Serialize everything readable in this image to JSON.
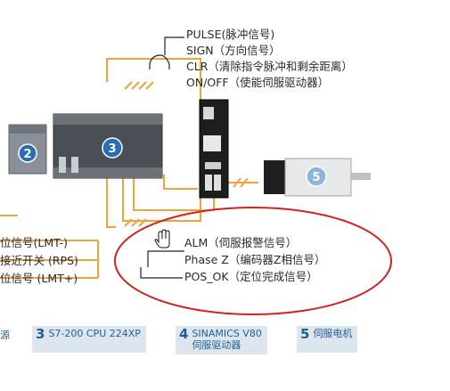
{
  "top_signals": [
    "PULSE(脉冲信号)",
    "SIGN（方向信号）",
    "CLR（清除指令脉冲和剩余距离）",
    "ON/OFF（使能伺服驱动器）"
  ],
  "bottom_signals": [
    "ALM（伺服报警信号）",
    "Phase Z（编码器Z相信号）",
    "POS_OK（定位完成信号）"
  ],
  "limit_signals": [
    "位信号(LMT-)",
    "接近开关 (RPS)",
    "位信号 (LMT+)"
  ],
  "component_numbers": {
    "psu": "2",
    "plc": "3",
    "motor": "5"
  },
  "legend": {
    "item1_tail": "源",
    "item3_num": "3",
    "item3_label": "S7-200 CPU 224XP",
    "item4_num": "4",
    "item4_line1": "SINAMICS V80",
    "item4_line2": "伺服驱动器",
    "item5_num": "5",
    "item5_label": "伺服电机"
  },
  "colors": {
    "wire": "#f0a33a",
    "highlight_ellipse": "#d42020",
    "legend_text": "#1f5f95",
    "legend_box": "#dde6ee",
    "badge": "#2a6db5"
  },
  "icons": [
    "hand-cursor-icon"
  ]
}
